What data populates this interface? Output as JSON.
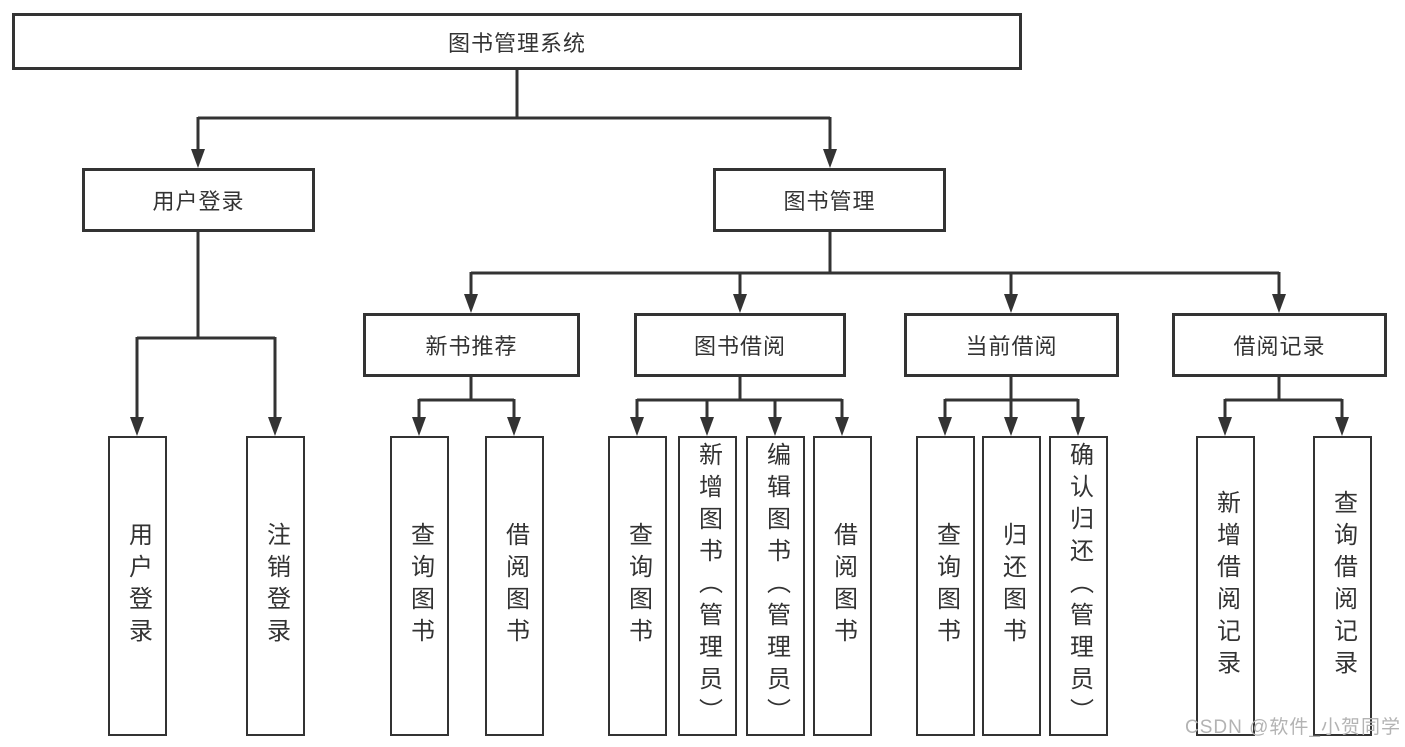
{
  "diagram": {
    "root": {
      "label": "图书管理系统"
    },
    "level2": [
      {
        "label": "用户登录"
      },
      {
        "label": "图书管理"
      }
    ],
    "level3": [
      {
        "label": "新书推荐"
      },
      {
        "label": "图书借阅"
      },
      {
        "label": "当前借阅"
      },
      {
        "label": "借阅记录"
      }
    ],
    "leaves": {
      "user_login": [
        "用户登录",
        "注销登录"
      ],
      "new_book": [
        "查询图书",
        "借阅图书"
      ],
      "book_borrow": [
        "查询图书",
        "新增图书（管理员）",
        "编辑图书（管理员）",
        "借阅图书"
      ],
      "current_borrow": [
        "查询图书",
        "归还图书",
        "确认归还（管理员）"
      ],
      "borrow_record": [
        "新增借阅记录",
        "查询借阅记录"
      ]
    },
    "watermark": "CSDN @软件_小贺同学",
    "colors": {
      "line": "#333333",
      "border": "#333333",
      "text": "#333333",
      "watermark_text": "#b3b3b3",
      "background": "#ffffff"
    }
  }
}
